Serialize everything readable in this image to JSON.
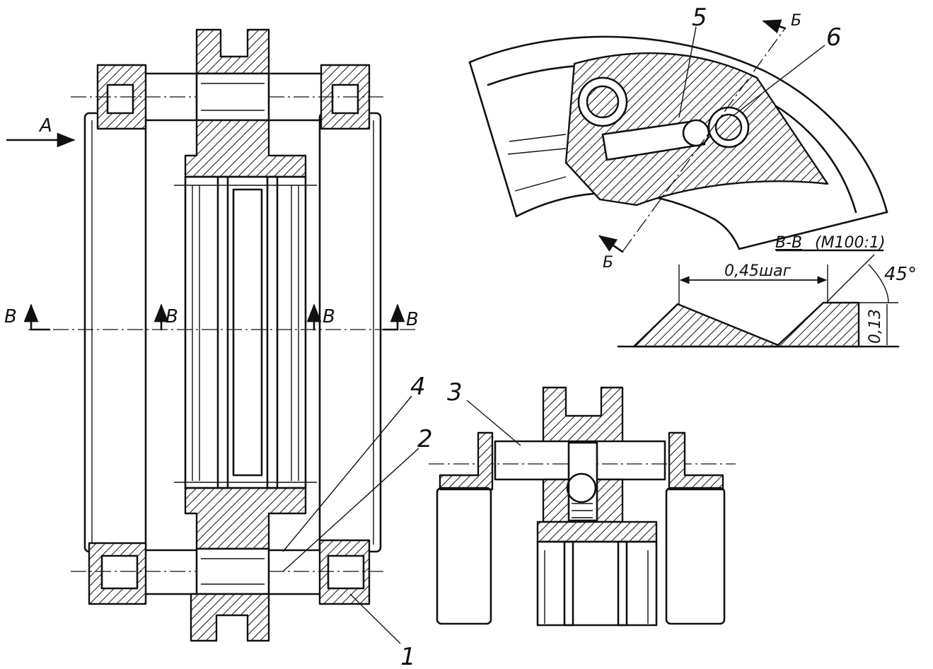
{
  "callouts": {
    "n1": "1",
    "n2": "2",
    "n3": "3",
    "n4": "4",
    "n5": "5",
    "n6": "6"
  },
  "view_marks": {
    "view_a": "A",
    "section_v": "В",
    "section_b": "Б"
  },
  "detail": {
    "title": "В-В",
    "scale": "(М100:1)",
    "pitch_dim": "0,45шаг",
    "angle": "45°",
    "depth": "0,13"
  },
  "colors": {
    "ink": "#111111",
    "paper": "#ffffff"
  }
}
